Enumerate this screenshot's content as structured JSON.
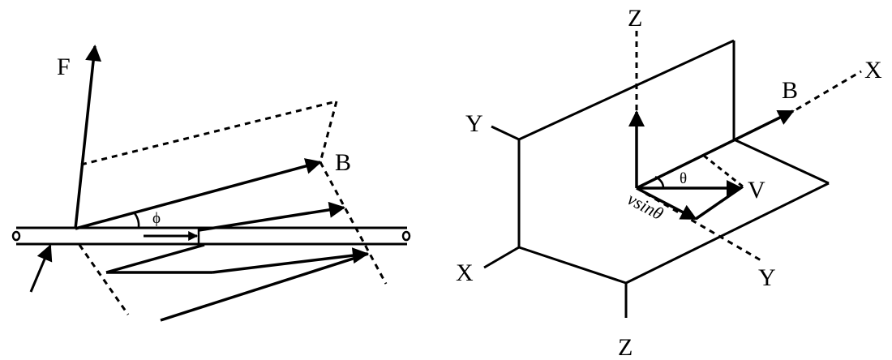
{
  "left_diagram": {
    "labels": {
      "force": "F",
      "field": "B",
      "angle": "ϕ"
    }
  },
  "right_diagram": {
    "labels": {
      "z_top": "Z",
      "z_bottom": "Z",
      "x_right": "X",
      "x_left": "X",
      "y_left": "Y",
      "y_bottom": "Y",
      "field": "B",
      "velocity": "V",
      "angle": "θ",
      "component": "vsinθ"
    }
  }
}
